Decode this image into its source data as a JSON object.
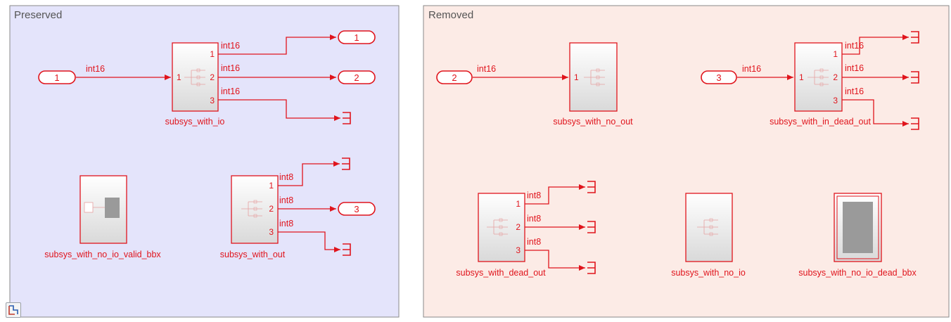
{
  "areas": {
    "preserved": {
      "title": "Preserved",
      "fill": "#e4e4fb"
    },
    "removed": {
      "title": "Removed",
      "fill": "#fcebe6"
    }
  },
  "colors": {
    "wire": "#e0141c",
    "block_border": "#e0141c",
    "bbx_fill": "#9a9a9a"
  },
  "inports": {
    "in1": "1",
    "in2": "2",
    "in3": "3"
  },
  "outports": {
    "out1": "1",
    "out2": "2",
    "out3": "3"
  },
  "signals": {
    "in1": "int16",
    "io_o1": "int16",
    "io_o2": "int16",
    "io_o3": "int16",
    "in2": "int16",
    "in3": "int16",
    "dead_o1": "int16",
    "dead_o2": "int16",
    "dead_o3": "int16",
    "wo_o1": "int8",
    "wo_o2": "int8",
    "wo_o3": "int8",
    "do_o1": "int8",
    "do_o2": "int8",
    "do_o3": "int8"
  },
  "ports": {
    "p1": "1",
    "p2": "2",
    "p3": "3"
  },
  "blocks": {
    "subsys_with_io": "subsys_with_io",
    "subsys_with_no_io_valid_bbx": "subsys_with_no_io_valid_bbx",
    "subsys_with_out": "subsys_with_out",
    "subsys_with_no_out": "subsys_with_no_out",
    "subsys_with_in_dead_out": "subsys_with_in_dead_out",
    "subsys_with_dead_out": "subsys_with_dead_out",
    "subsys_with_no_io": "subsys_with_no_io",
    "subsys_with_no_io_dead_bbx": "subsys_with_no_io_dead_bbx"
  },
  "icons": {
    "terminator": "terminator-icon",
    "corner": "area-hierarchy-icon"
  }
}
